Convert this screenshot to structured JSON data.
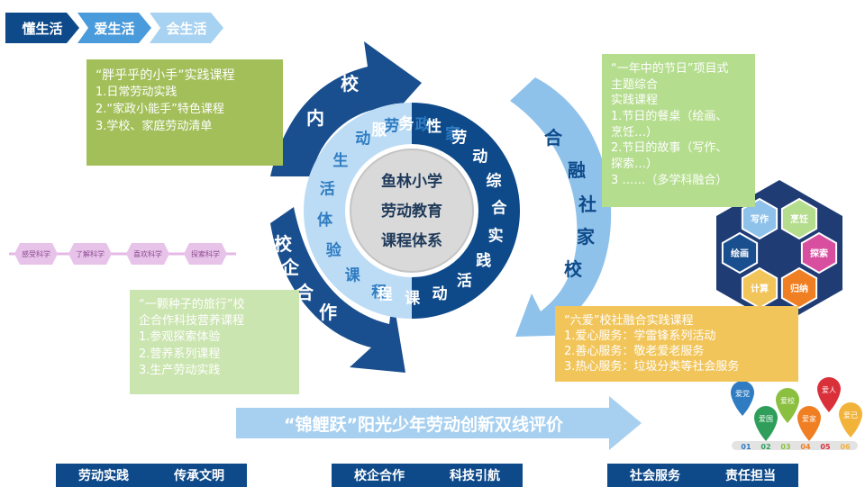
{
  "tabs": [
    "懂生活",
    "爱生活",
    "会生活"
  ],
  "center": {
    "line1": "鱼林小学",
    "line2": "劳动教育",
    "line3": "课程体系"
  },
  "ring_left_chars": [
    "家",
    "政",
    "劳",
    "动",
    "生",
    "活",
    "体",
    "验",
    "课",
    "程"
  ],
  "ring_right_chars": [
    "服",
    "务",
    "性",
    "劳",
    "动",
    "综",
    "合",
    "实",
    "践",
    "活",
    "动",
    "课",
    "程"
  ],
  "arrow_labels": {
    "top_left": [
      "校",
      "内"
    ],
    "bottom_left": [
      "校",
      "企",
      "合",
      "作"
    ],
    "right": [
      "合",
      "融",
      "社",
      "家",
      "校"
    ]
  },
  "box_top_left": {
    "title": "“胖乎乎的小手”实践课程",
    "items": [
      "1.日常劳动实践",
      "2.“家政小能手”特色课程",
      "3.学校、家庭劳动清单"
    ]
  },
  "box_top_right": {
    "lines": [
      "“一年中的节日”项目式",
      "主题综合",
      "实践课程",
      "1.节日的餐桌（绘画、",
      "烹饪…）",
      "2.节日的故事（写作、",
      "探索…）",
      "3 ……（多学科融合）"
    ]
  },
  "box_bottom_left": {
    "lines": [
      "“一颗种子的旅行”校",
      "企合作科技营养课程",
      "1.参观探索体验",
      "2.营养系列课程",
      "3.生产劳动实践"
    ]
  },
  "box_bottom_right": {
    "lines": [
      "“六爱”校社融合实践课程",
      "1.爱心服务：学雷锋系列活动",
      "2.善心服务：敬老爱老服务",
      "3.热心服务：垃圾分类等社会服务"
    ]
  },
  "hexagons": [
    "写作",
    "烹饪",
    "绘画",
    "探索",
    "计算",
    "归纳"
  ],
  "science_path": [
    "感受科学",
    "了解科学",
    "喜欢科学",
    "探索科学"
  ],
  "evaluation_banner": "“锦鲤跃”阳光少年劳动创新双线评价",
  "bottom_badges": [
    [
      "劳动实践",
      "传承文明"
    ],
    [
      "校企合作",
      "科技引航"
    ],
    [
      "社会服务",
      "责任担当"
    ]
  ],
  "pins": [
    "爱党",
    "爱国",
    "爱校",
    "爱家",
    "爱人",
    "爱己"
  ],
  "steps": [
    "01",
    "02",
    "03",
    "04",
    "05",
    "06"
  ],
  "colors": {
    "navy": "#0e4a8a",
    "light_blue": "#8fc2ea",
    "mid_blue": "#2f7cc2",
    "olive": "#a3bf5a",
    "light_green": "#b5dd8e",
    "pale_green": "#cbe5b0",
    "gold": "#f2c55a"
  }
}
